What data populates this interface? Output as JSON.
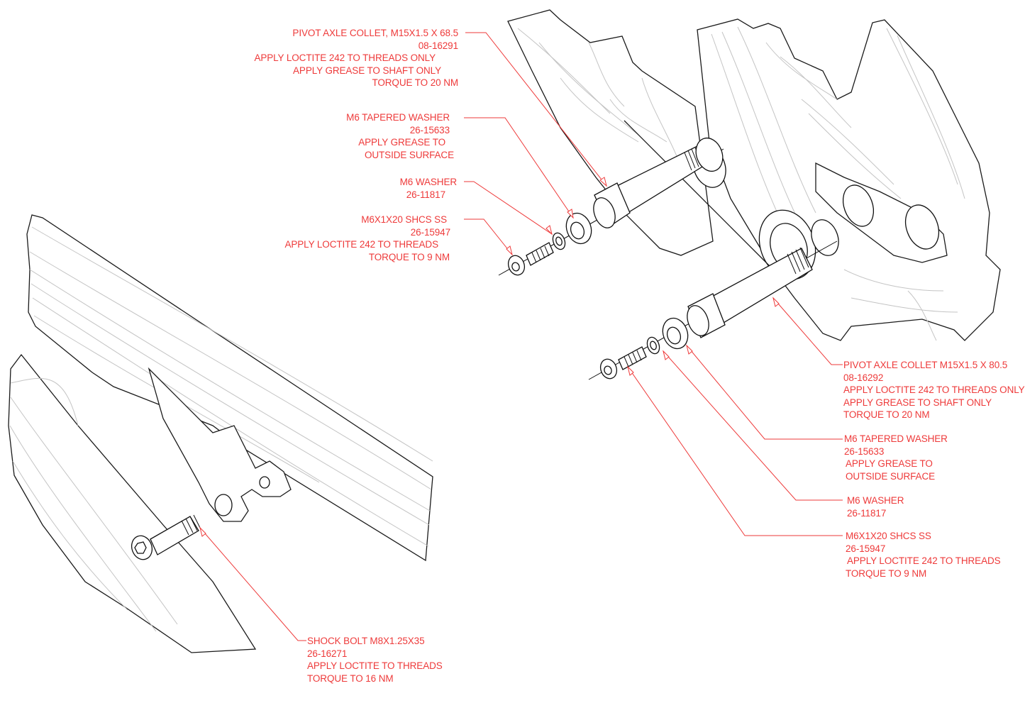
{
  "diagram": {
    "type": "exploded assembly drawing",
    "accent_color": "#ee3a3a",
    "line_color": "#111111",
    "contour_color": "#c4c4c4"
  },
  "callouts": {
    "upper_collet": {
      "lines": [
        "PIVOT AXLE COLLET, M15X1.5 X 68.5",
        "08-16291",
        "APPLY LOCTITE 242 TO THREADS ONLY",
        "APPLY GREASE TO SHAFT ONLY",
        "TORQUE TO 20 NM"
      ]
    },
    "upper_tapered_washer": {
      "lines": [
        "M6 TAPERED WASHER",
        "26-15633",
        "APPLY GREASE TO",
        "OUTSIDE SURFACE"
      ]
    },
    "upper_washer": {
      "lines": [
        "M6 WASHER",
        "26-11817"
      ]
    },
    "upper_screw": {
      "lines": [
        "M6X1X20 SHCS SS",
        "26-15947",
        "APPLY LOCTITE 242 TO THREADS",
        "TORQUE TO 9 NM"
      ]
    },
    "lower_collet": {
      "lines": [
        "PIVOT AXLE COLLET M15X1.5 X 80.5",
        "08-16292",
        "APPLY LOCTITE 242 TO THREADS ONLY",
        "APPLY GREASE TO SHAFT ONLY",
        "TORQUE TO 20 NM"
      ]
    },
    "lower_tapered_washer": {
      "lines": [
        "M6 TAPERED WASHER",
        "26-15633",
        "APPLY GREASE TO",
        "OUTSIDE SURFACE"
      ]
    },
    "lower_washer": {
      "lines": [
        "M6 WASHER",
        "26-11817"
      ]
    },
    "lower_screw": {
      "lines": [
        "M6X1X20 SHCS SS",
        "26-15947",
        "APPLY LOCTITE 242 TO THREADS",
        "TORQUE TO 9 NM"
      ]
    },
    "shock_bolt": {
      "lines": [
        "SHOCK BOLT M8X1.25X35",
        "26-16271",
        "APPLY LOCTITE TO THREADS",
        "TORQUE TO 16 NM"
      ]
    }
  }
}
